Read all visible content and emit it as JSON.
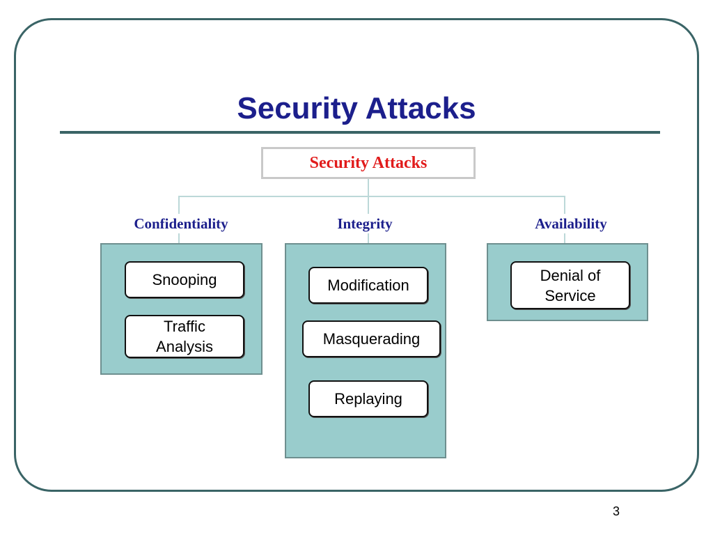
{
  "slide": {
    "title": "Security Attacks",
    "page_number": "3"
  },
  "diagram": {
    "root": "Security Attacks",
    "categories": [
      {
        "label": "Confidentiality",
        "attacks": [
          "Snooping",
          "Traffic Analysis"
        ]
      },
      {
        "label": "Integrity",
        "attacks": [
          "Modification",
          "Masquerading",
          "Replaying"
        ]
      },
      {
        "label": "Availability",
        "attacks": [
          "Denial of Service"
        ]
      }
    ]
  },
  "colors": {
    "title": "#1c1f8c",
    "root_text": "#e11b1b",
    "frame": "#3a6466",
    "panel_fill": "#99cccc",
    "connector": "#bcd8d8"
  }
}
